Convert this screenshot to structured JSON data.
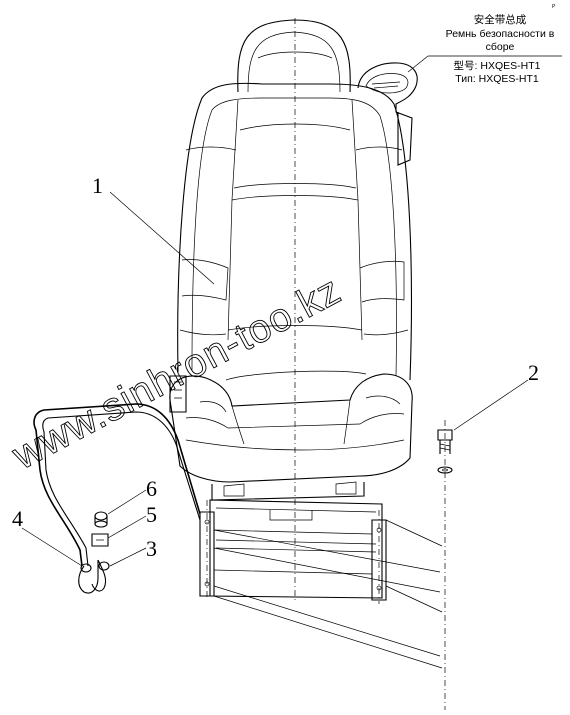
{
  "callouts": {
    "c1": "1",
    "c2": "2",
    "c3": "3",
    "c4": "4",
    "c5": "5",
    "c6": "6"
  },
  "belt_label": {
    "line1": "安全带总成",
    "line2": "Ремнь безопасности в",
    "line3": "сборе",
    "line4": "型号: HXQES-HT1",
    "line5": "Тип: HXQES-HT1"
  },
  "corner_mark": "P",
  "watermark": "www.sinhron-too.kz"
}
